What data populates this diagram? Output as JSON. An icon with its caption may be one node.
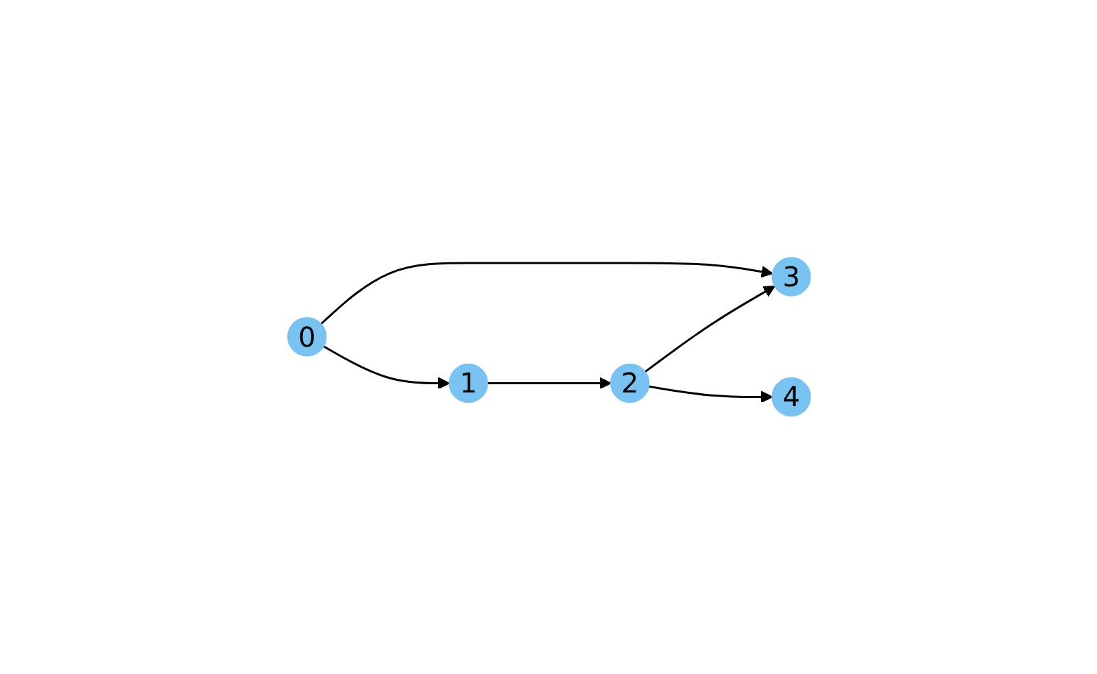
{
  "diagram": {
    "nodes": [
      {
        "text": [
          "0"
        ]
      },
      {
        "text": [
          "3"
        ]
      },
      {
        "text": [
          "4"
        ]
      },
      {
        "text": [
          "1"
        ]
      },
      {
        "text": [
          "2"
        ]
      }
    ],
    "edges": [
      {
        "from": 0,
        "to": 1,
        "arrow": "to"
      },
      {
        "from": 0,
        "to": 3,
        "arrow": "to"
      },
      {
        "from": 3,
        "to": 4,
        "arrow": "to"
      },
      {
        "from": 4,
        "to": 1,
        "arrow": "to"
      },
      {
        "from": 4,
        "to": 2,
        "arrow": "to"
      }
    ]
  }
}
